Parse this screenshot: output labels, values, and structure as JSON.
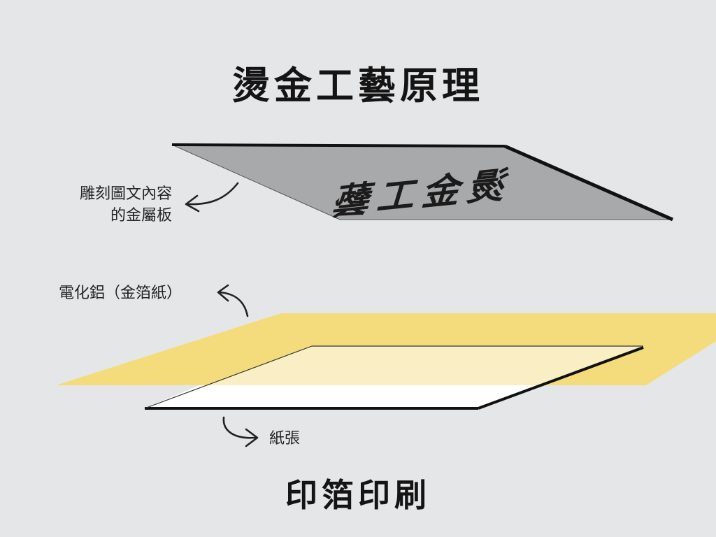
{
  "title": "燙金工藝原理",
  "footer_title": "印箔印刷",
  "plate_text": "燙金工藝",
  "labels": {
    "plate_line1": "雕刻圖文內容",
    "plate_line2": "的金屬板",
    "foil": "電化鋁（金箔紙）",
    "paper": "紙張"
  },
  "colors": {
    "background": "#e5e6e8",
    "plate": "#a8a9ab",
    "foil": "#f7d96a",
    "paper": "#ffffff",
    "ink": "#1a1a1a"
  }
}
